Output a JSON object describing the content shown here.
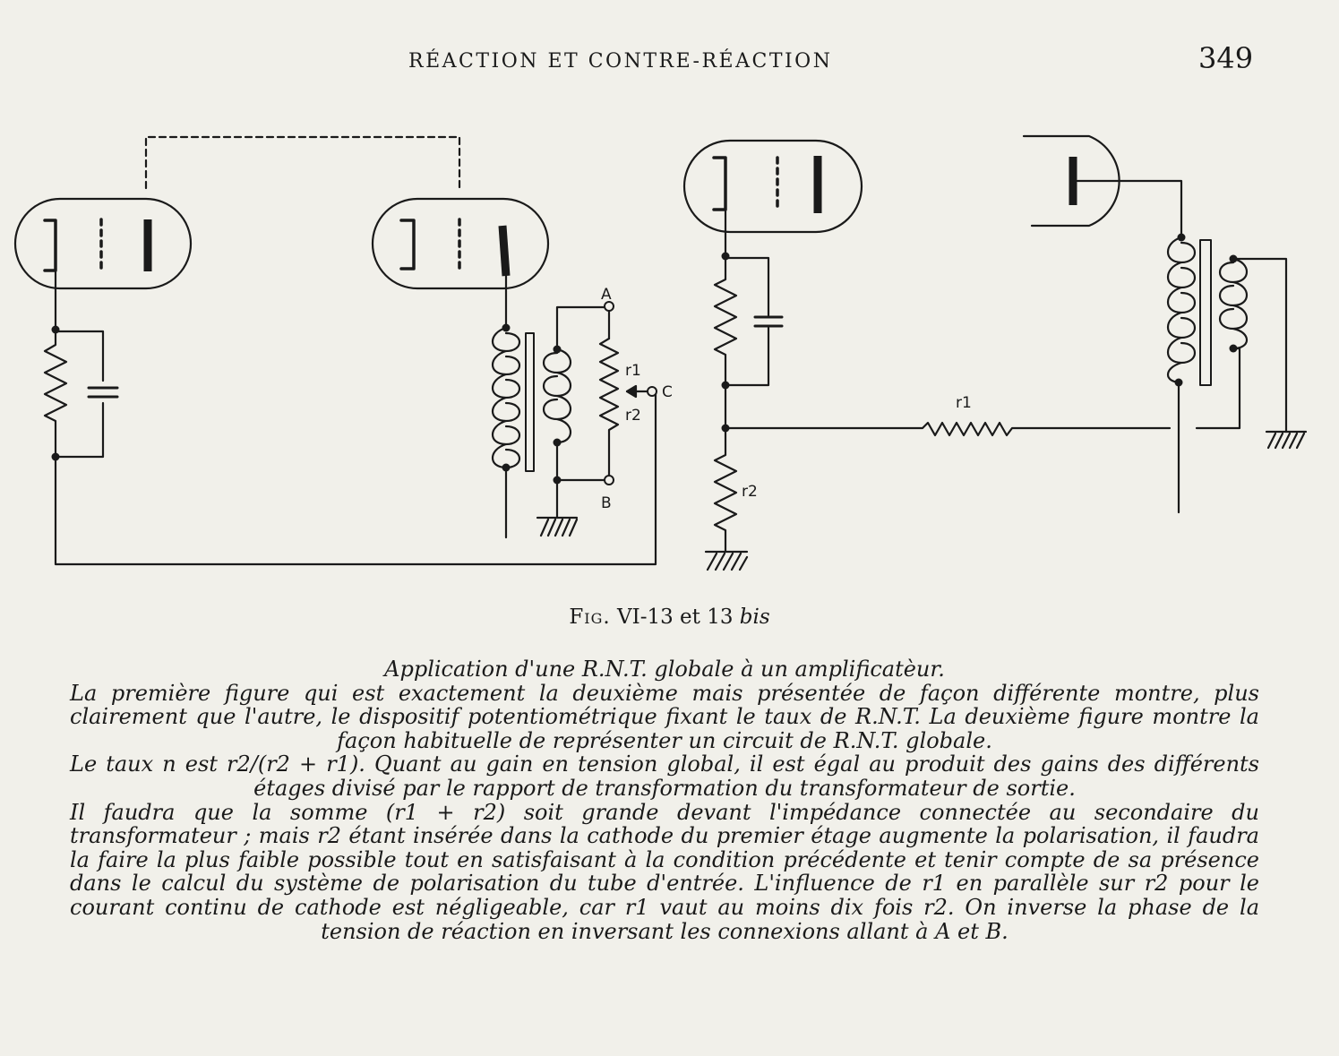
{
  "header": {
    "running_head": "RÉACTION ET CONTRE-RÉACTION",
    "page_number": "349"
  },
  "figure": {
    "labels": {
      "A": "A",
      "B": "B",
      "C": "C",
      "r1_left": "r1",
      "r2_left": "r2",
      "r1_right": "r1",
      "r2_right": "r2"
    },
    "caption": {
      "fig_word": "Fig.",
      "fig_number": "VI-13 et 13",
      "fig_bis": "bis"
    }
  },
  "legend": {
    "title": "Application d'une R.N.T. globale à un amplificatèur.",
    "para1": "La première figure qui est exactement la deuxième mais présentée de façon différente montre, plus clairement que l'autre, le dispositif potentiométrique fixant le taux de R.N.T. La deuxième figure montre la façon habituelle de représenter un circuit de R.N.T. globale.",
    "para2": "Le taux n est r2/(r2 + r1). Quant au gain en tension global, il est égal au produit des gains des différents étages divisé par le rapport de transformation du transformateur de sortie.",
    "para3": "Il faudra que la somme (r1 + r2) soit grande devant l'impédance connectée au secondaire du transformateur ; mais r2 étant insérée dans la cathode du premier étage augmente la polarisation, il faudra la faire la plus faible possible tout en satisfaisant à la condition précédente et tenir compte de sa présence dans le calcul du système de polarisation du tube d'entrée. L'influence de r1 en parallèle sur r2 pour le courant continu de cathode est négligeable, car r1 vaut au moins dix fois r2. On inverse la phase de la tension de réaction en inversant les connexions allant à A et B."
  }
}
